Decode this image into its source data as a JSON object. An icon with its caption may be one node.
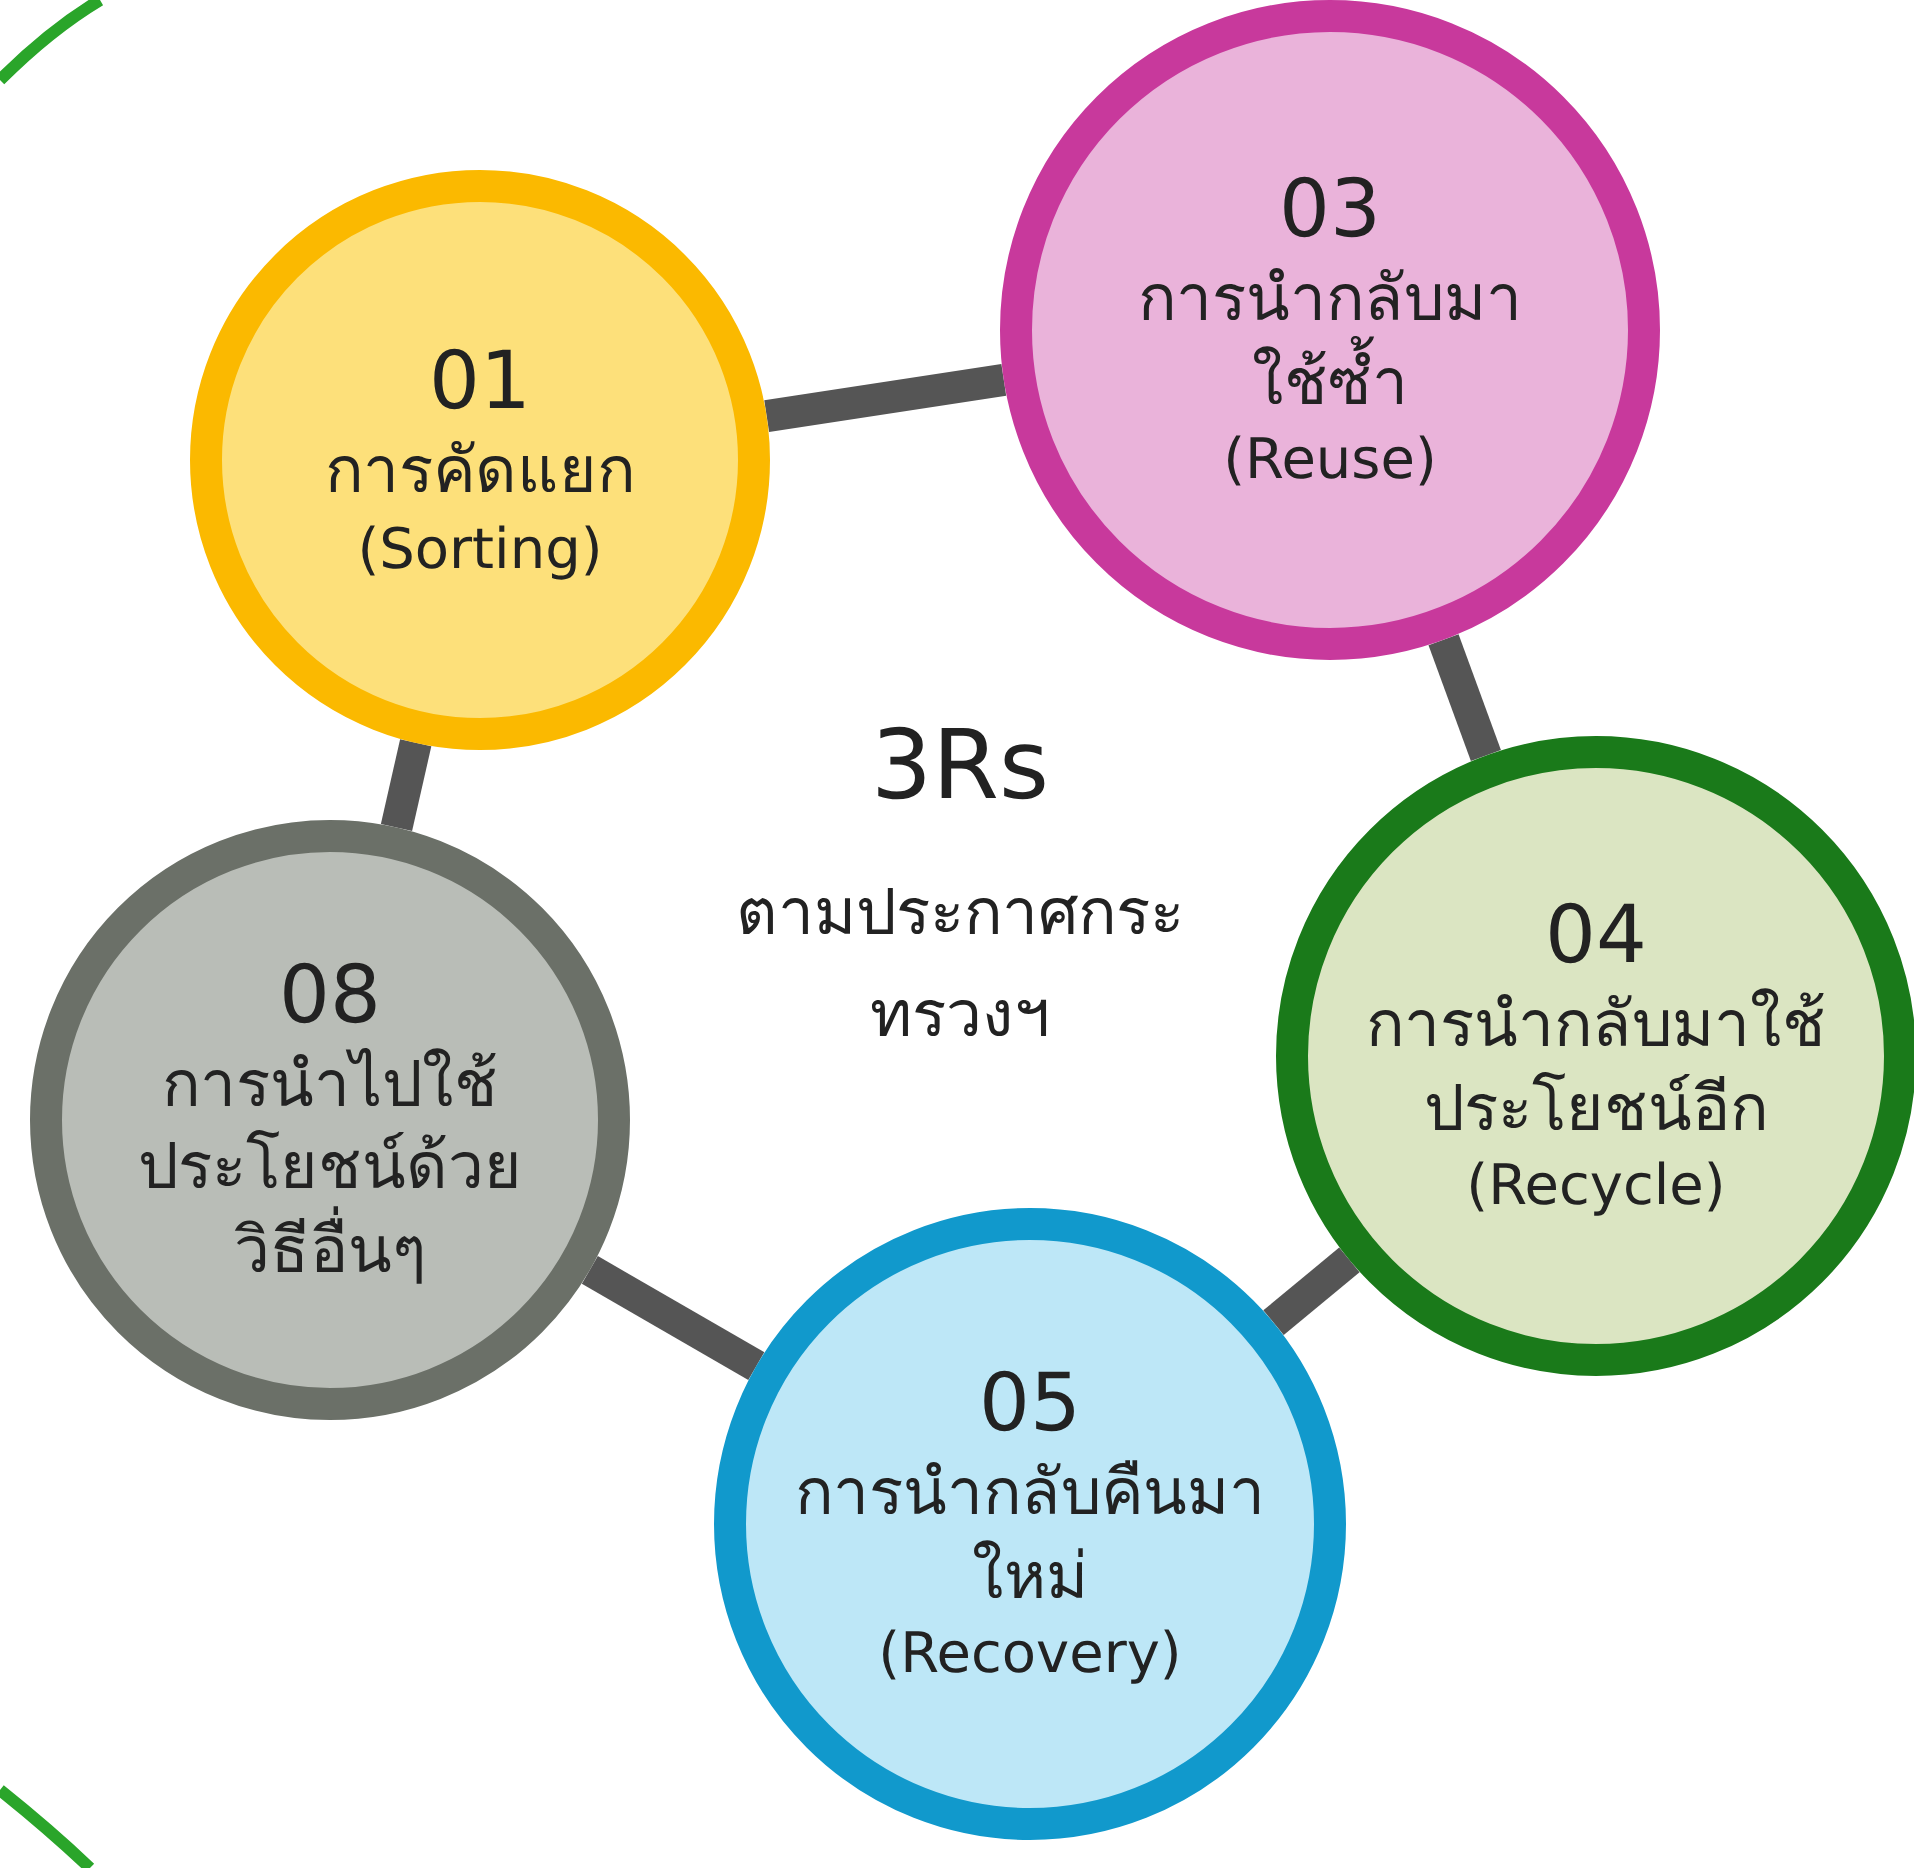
{
  "diagram": {
    "nodes": [
      {
        "text": [
          "01",
          "การคัดแยก",
          "(Sorting)"
        ]
      },
      {
        "text": [
          "03",
          "การนำกลับมาใช้ซ้ำ",
          "(Reuse)"
        ]
      },
      {
        "text": [
          "04",
          "การนำกลับมาใช้ประโยชน์อีก",
          "(Recycle)"
        ]
      },
      {
        "text": [
          "05",
          "การนำกลับคืนมาใหม่",
          "(Recovery)"
        ]
      },
      {
        "text": [
          "08",
          "การนำไปใช้ประโยชน์ด้วยวิธีอื่นๆ"
        ]
      }
    ],
    "edges": [
      {
        "from": 0,
        "to": 1,
        "arrow": "none"
      },
      {
        "from": 1,
        "to": 2,
        "arrow": "none"
      },
      {
        "from": 2,
        "to": 3,
        "arrow": "none"
      },
      {
        "from": 3,
        "to": 4,
        "arrow": "none"
      },
      {
        "from": 4,
        "to": 0,
        "arrow": "none"
      }
    ],
    "labels": [
      "3Rs",
      "ตามประกาศกระทรวงฯ"
    ]
  }
}
